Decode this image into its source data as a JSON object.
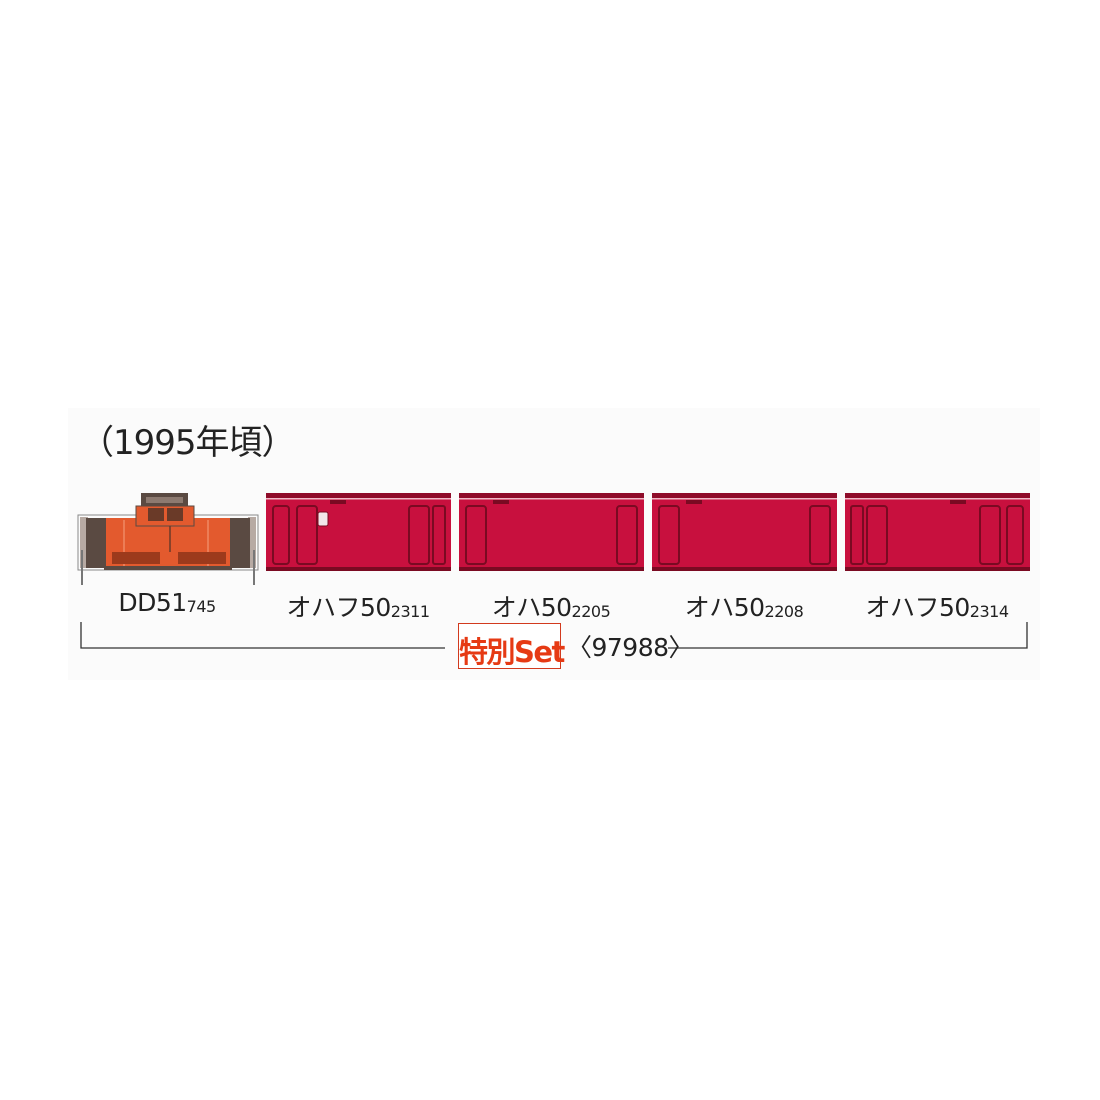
{
  "era_label": "（1995年頃）",
  "cars": [
    {
      "name": "DD51",
      "number": "745"
    },
    {
      "name": "オハフ50",
      "number": "2311"
    },
    {
      "name": "オハ50",
      "number": "2205"
    },
    {
      "name": "オハ50",
      "number": "2208"
    },
    {
      "name": "オハフ50",
      "number": "2314"
    }
  ],
  "set": {
    "badge": "特別Set",
    "code": "〈97988〉"
  },
  "colors": {
    "locomotive_body": "#e35a2e",
    "locomotive_dark": "#5a4a42",
    "coach_body": "#c8103e",
    "coach_roof": "#8f0c2a",
    "badge_text": "#e63a14"
  }
}
